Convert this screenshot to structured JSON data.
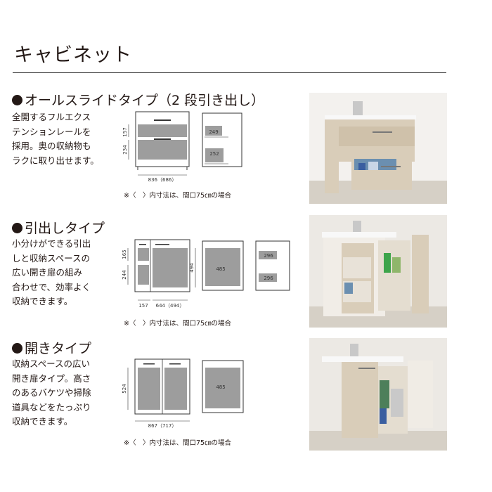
{
  "page": {
    "title": "キャビネット"
  },
  "sections": [
    {
      "heading": "オールスライドタイプ（2 段引き出し）",
      "description": "全開するフルエクス\nテンションレールを\n採用。奥の収納物も\nラクに取り出せます。",
      "note": "※〈　〉内寸法は、間口75㎝の場合",
      "dims": {
        "a": "157",
        "b": "234",
        "c": "836（686）",
        "d": "249",
        "e": "252"
      },
      "photo_icon": "vanity-slide-drawers-photo"
    },
    {
      "heading": "引出しタイプ",
      "description": "小分けができる引出\nしと収納スペースの\n広い開き扉の組み\n合わせで、効率よく\n収納できます。",
      "note": "※〈　〉内寸法は、間口75㎝の場合",
      "dims": {
        "a": "165",
        "b": "244",
        "c": "157",
        "d": "644（494）",
        "e": "494",
        "f": "485",
        "g": "296",
        "h": "296"
      },
      "photo_icon": "vanity-drawer-door-photo"
    },
    {
      "heading": "開きタイプ",
      "description": "収納スペースの広い\n開き扉タイプ。高さ\nのあるバケツや掃除\n道具などをたっぷり\n収納できます。",
      "note": "※〈　〉内寸法は、間口75㎝の場合",
      "dims": {
        "a": "524",
        "b": "867（717）",
        "c": "485"
      },
      "photo_icon": "vanity-double-door-photo"
    }
  ],
  "colors": {
    "text": "#231815",
    "storage_gray": "#9d9d9d",
    "diagram_line": "#333333",
    "photo_bg": "#ece9e4",
    "wood": "#d9cdb9"
  }
}
